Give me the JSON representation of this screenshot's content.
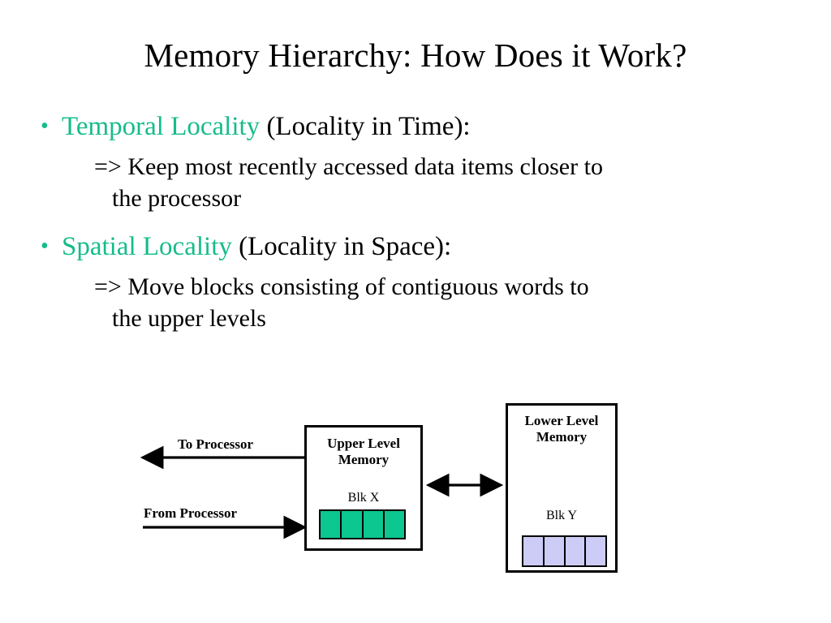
{
  "slide": {
    "title": "Memory Hierarchy: How Does it Work?",
    "accent_color": "#16BC8B",
    "text_color": "#000000",
    "background_color": "#FFFFFF"
  },
  "content": {
    "bullets": [
      {
        "marker": "•",
        "highlight": "Temporal Locality",
        "rest": " (Locality in Time):",
        "sub_lines": [
          "=> Keep most recently accessed data items closer to",
          "the processor"
        ]
      },
      {
        "marker": "•",
        "highlight": "Spatial Locality",
        "rest": " (Locality in Space):",
        "sub_lines": [
          "=> Move blocks consisting of contiguous words to",
          "the upper levels"
        ]
      }
    ]
  },
  "diagram": {
    "upper_box": {
      "title_line1": "Upper Level",
      "title_line2": "Memory",
      "block_label": "Blk X",
      "block_color": "#0CC78F",
      "block_count": 4
    },
    "lower_box": {
      "title_line1": "Lower Level",
      "title_line2": "Memory",
      "block_label": "Blk Y",
      "block_color": "#CCCCF7",
      "block_count": 4
    },
    "arrows": {
      "to_processor_label": "To Processor",
      "from_processor_label": "From Processor",
      "between_label": ""
    }
  }
}
